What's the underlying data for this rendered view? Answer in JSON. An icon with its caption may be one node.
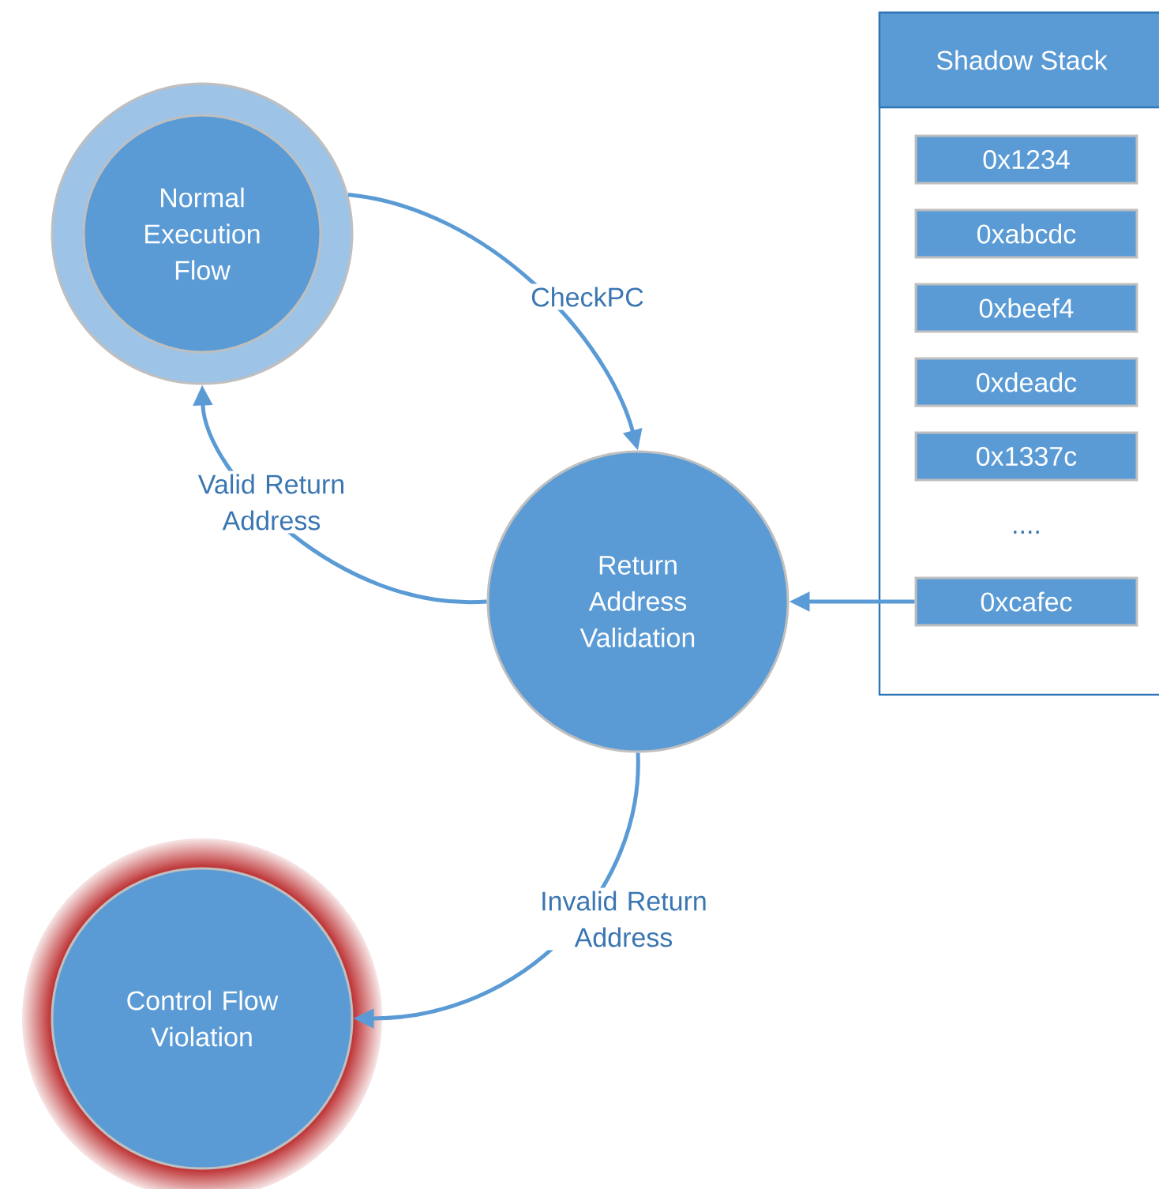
{
  "diagram": {
    "nodes": [
      {
        "text": [
          "Normal Execution Flow"
        ]
      },
      {
        "text": [
          "Return Address Validation"
        ]
      },
      {
        "text": [
          "Control Flow Violation"
        ]
      },
      {
        "text": [
          "Shadow Stack"
        ]
      },
      {
        "text": [
          "0x1234"
        ],
        "in": 3
      },
      {
        "text": [
          "0xabcdc"
        ],
        "in": 3
      },
      {
        "text": [
          "0xbeef4"
        ],
        "in": 3
      },
      {
        "text": [
          "0xdeadc"
        ],
        "in": 3
      },
      {
        "text": [
          "0x1337c"
        ],
        "in": 3
      },
      {
        "text": [
          "0xcafec"
        ],
        "in": 3
      }
    ],
    "edges": [
      {
        "from": 0,
        "to": 1,
        "label": "CheckPC",
        "arrow": "to"
      },
      {
        "from": 1,
        "to": 0,
        "label": "Valid Return Address",
        "arrow": "to"
      },
      {
        "from": 1,
        "to": 2,
        "label": "Invalid Return Address",
        "arrow": "to"
      },
      {
        "from": 9,
        "to": 1,
        "arrow": "to"
      }
    ],
    "labels": [
      "...."
    ]
  }
}
